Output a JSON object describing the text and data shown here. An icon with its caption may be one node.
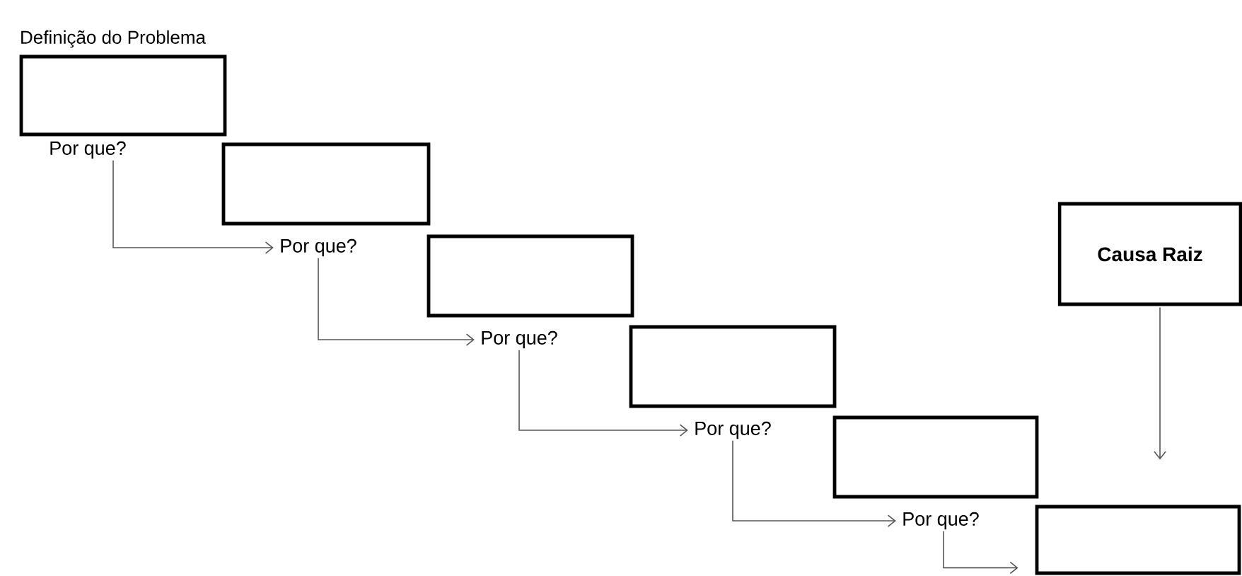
{
  "diagram": {
    "nodes": [
      {
        "text": [
          "Definição do Problema"
        ]
      },
      {
        "text": [
          "Por que?"
        ]
      },
      {
        "text": [],
        "shape": "box"
      },
      {
        "text": [
          "Por que?"
        ]
      },
      {
        "text": [],
        "shape": "box"
      },
      {
        "text": [
          "Por que?"
        ]
      },
      {
        "text": [],
        "shape": "box"
      },
      {
        "text": [
          "Por que?"
        ]
      },
      {
        "text": [],
        "shape": "box"
      },
      {
        "text": [
          "Por que?"
        ]
      },
      {
        "text": [
          "Causa Raiz"
        ]
      },
      {
        "text": [],
        "shape": "box"
      }
    ],
    "edges": [
      {
        "from": 1,
        "to": 3,
        "arrow": "to"
      },
      {
        "from": 3,
        "to": 5,
        "arrow": "to"
      },
      {
        "from": 5,
        "to": 7,
        "arrow": "to"
      },
      {
        "from": 7,
        "to": 9,
        "arrow": "to"
      },
      {
        "from": 9,
        "to": 11,
        "arrow": "to"
      },
      {
        "from": 10,
        "to": 11,
        "arrow": "to"
      }
    ]
  }
}
